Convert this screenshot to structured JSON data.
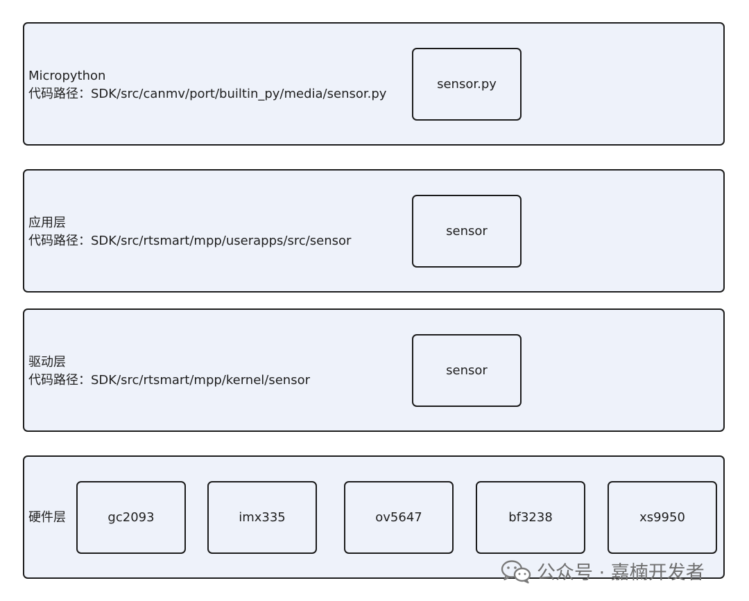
{
  "layers": {
    "micropython": {
      "title": "Micropython",
      "path": "代码路径：SDK/src/canmv/port/builtin_py/media/sensor.py",
      "module": "sensor.py"
    },
    "application": {
      "title": "应用层",
      "path": "代码路径：SDK/src/rtsmart/mpp/userapps/src/sensor",
      "module": "sensor"
    },
    "driver": {
      "title": "驱动层",
      "path": "代码路径：SDK/src/rtsmart/mpp/kernel/sensor",
      "module": "sensor"
    },
    "hardware": {
      "title": "硬件层",
      "sensors": [
        "gc2093",
        "imx335",
        "ov5647",
        "bf3238",
        "xs9950"
      ]
    }
  },
  "watermark": {
    "text": "公众号 · 嘉楠开发者",
    "icon": "wechat-icon"
  }
}
